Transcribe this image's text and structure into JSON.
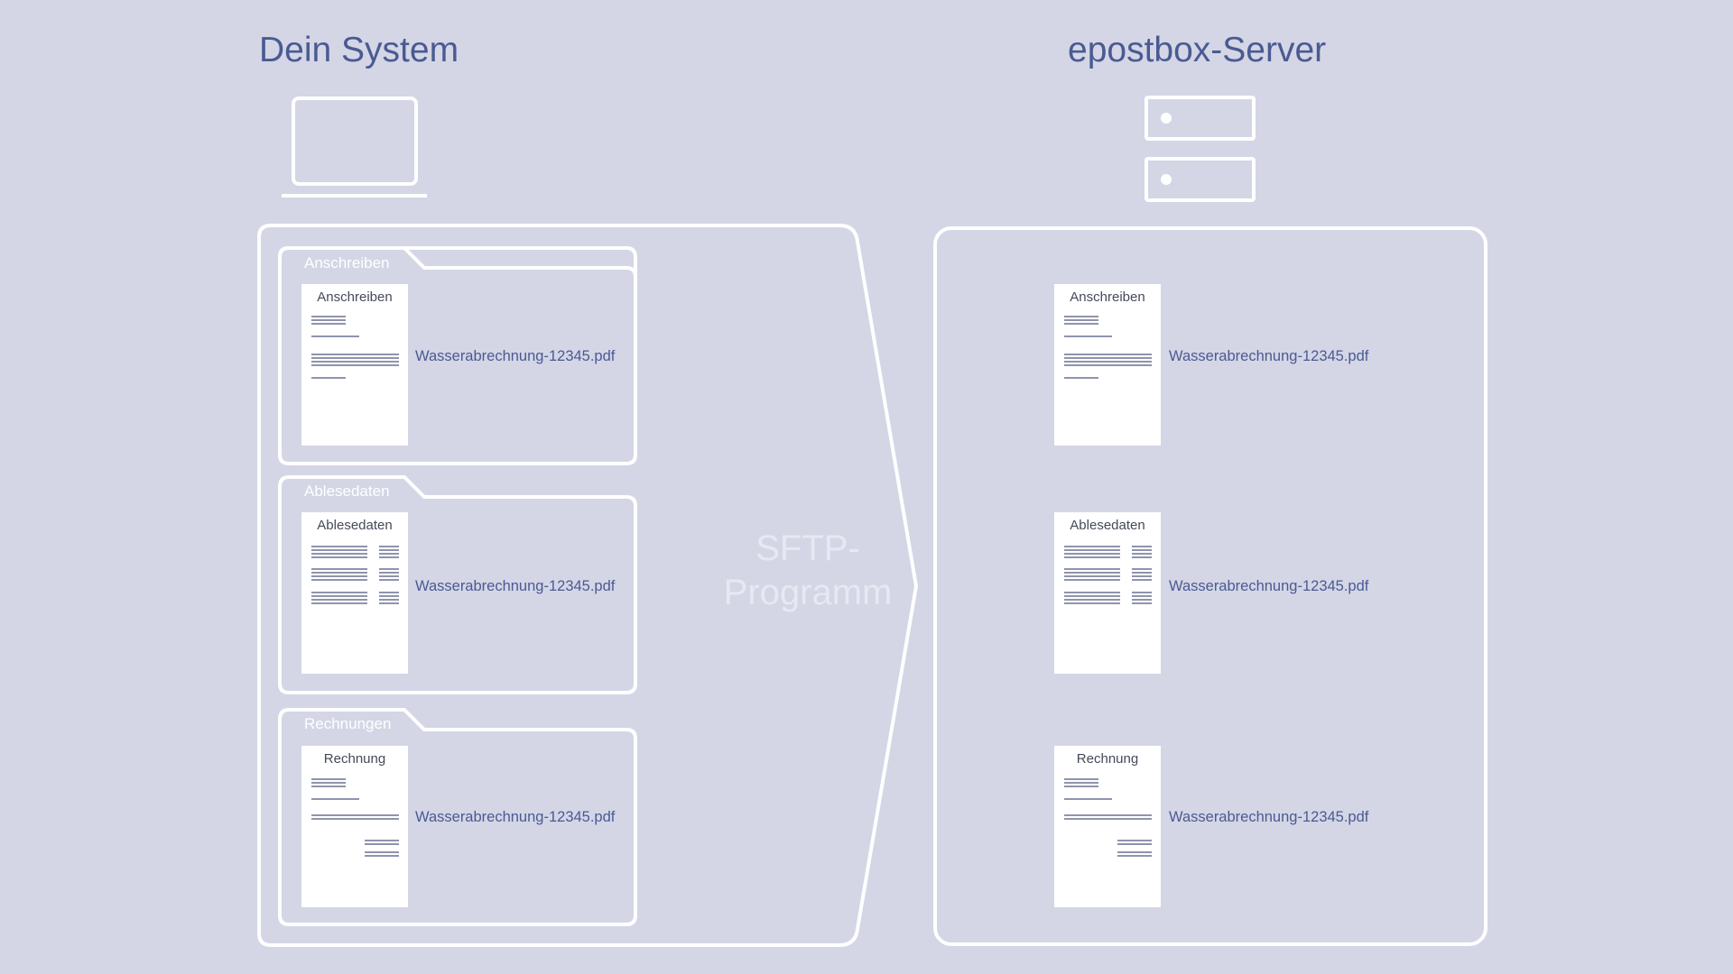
{
  "local": {
    "title": "Dein System",
    "folders": [
      {
        "tab_label": "Anschreiben",
        "doc_title": "Anschreiben",
        "file_name": "Wasserabrechnung-12345.pdf"
      },
      {
        "tab_label": "Ablesedaten",
        "doc_title": "Ablesedaten",
        "file_name": "Wasserabrechnung-12345.pdf"
      },
      {
        "tab_label": "Rechnungen",
        "doc_title": "Rechnung",
        "file_name": "Wasserabrechnung-12345.pdf"
      }
    ]
  },
  "transfer": {
    "label": "SFTP-\nProgramm"
  },
  "remote": {
    "title": "epostbox-Server",
    "documents": [
      {
        "doc_title": "Anschreiben",
        "file_name": "Wasserabrechnung-12345.pdf"
      },
      {
        "doc_title": "Ablesedaten",
        "file_name": "Wasserabrechnung-12345.pdf"
      },
      {
        "doc_title": "Rechnung",
        "file_name": "Wasserabrechnung-12345.pdf"
      }
    ]
  },
  "colors": {
    "background": "#d4d6e6",
    "outline": "#ffffff",
    "title_text": "#4a5a92",
    "doc_lines": "#6a7090"
  },
  "icons": [
    "laptop-icon",
    "server-icon"
  ]
}
